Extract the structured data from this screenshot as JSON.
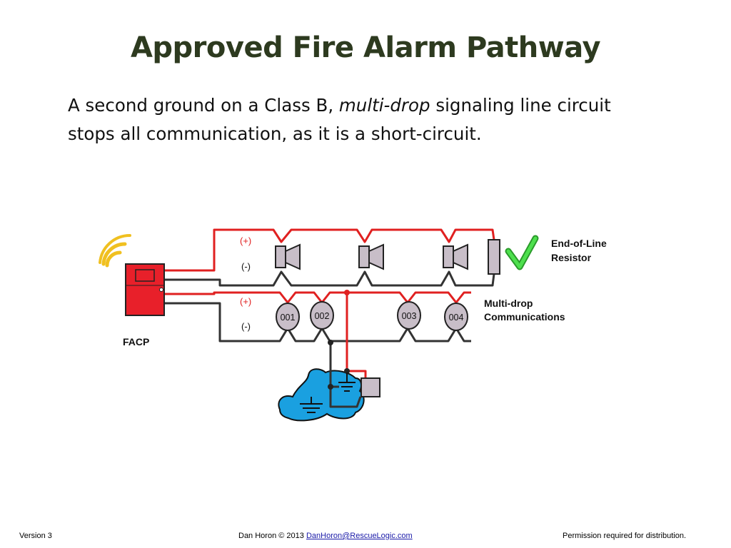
{
  "slide": {
    "title": "Approved Fire Alarm Pathway",
    "subtitle_part1": "A second ground on a Class B, ",
    "subtitle_em": "multi-drop",
    "subtitle_part2": " signaling line circuit stops all communication, as it is a short-circuit."
  },
  "diagram": {
    "facp_label": "FACP",
    "nac_plus_label": "(+)",
    "nac_minus_label": "(-)",
    "slc_plus_label": "(+)",
    "slc_minus_label": "(-)",
    "eol_label_line1": "End-of-Line",
    "eol_label_line2": "Resistor",
    "multidrop_label_line1": "Multi-drop",
    "multidrop_label_line2": "Communications",
    "devices": [
      "001",
      "002",
      "003",
      "004"
    ],
    "colors": {
      "positive_wire": "#e02020",
      "negative_wire": "#333333",
      "panel": "#e8202a",
      "device_fill": "#c8bec8",
      "water": "#1aa0e0",
      "check": "#3cc83c",
      "signal_arcs": "#f0c020"
    },
    "icons": [
      "wireless-signal-icon",
      "horn-speaker-icon",
      "checkmark-icon",
      "ground-symbol-icon"
    ]
  },
  "footer": {
    "version": "Version 3",
    "author_text": "Dan Horon  ©  2013  ",
    "email": "DanHoron@RescueLogic.com",
    "permission": "Permission required for distribution."
  }
}
